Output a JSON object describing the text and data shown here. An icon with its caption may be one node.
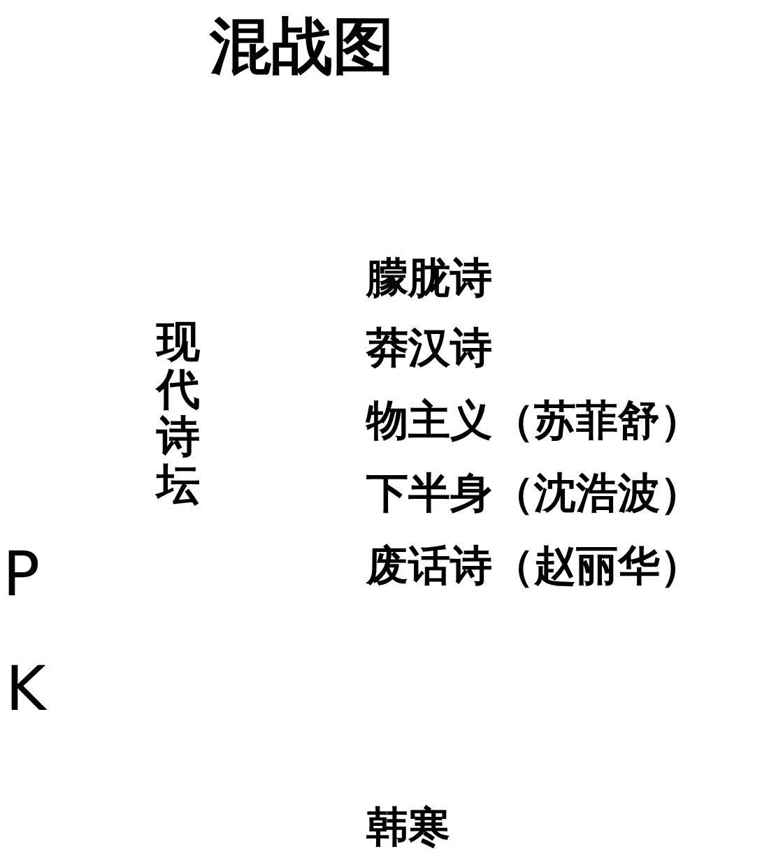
{
  "diagram": {
    "title": "混战图",
    "labels": [
      "现代诗坛",
      "朦胧诗",
      "莽汉诗",
      "物主义（苏菲舒）",
      "下半身（沈浩波）",
      "废话诗（赵丽华）",
      "P",
      "K",
      "韩寒"
    ]
  }
}
